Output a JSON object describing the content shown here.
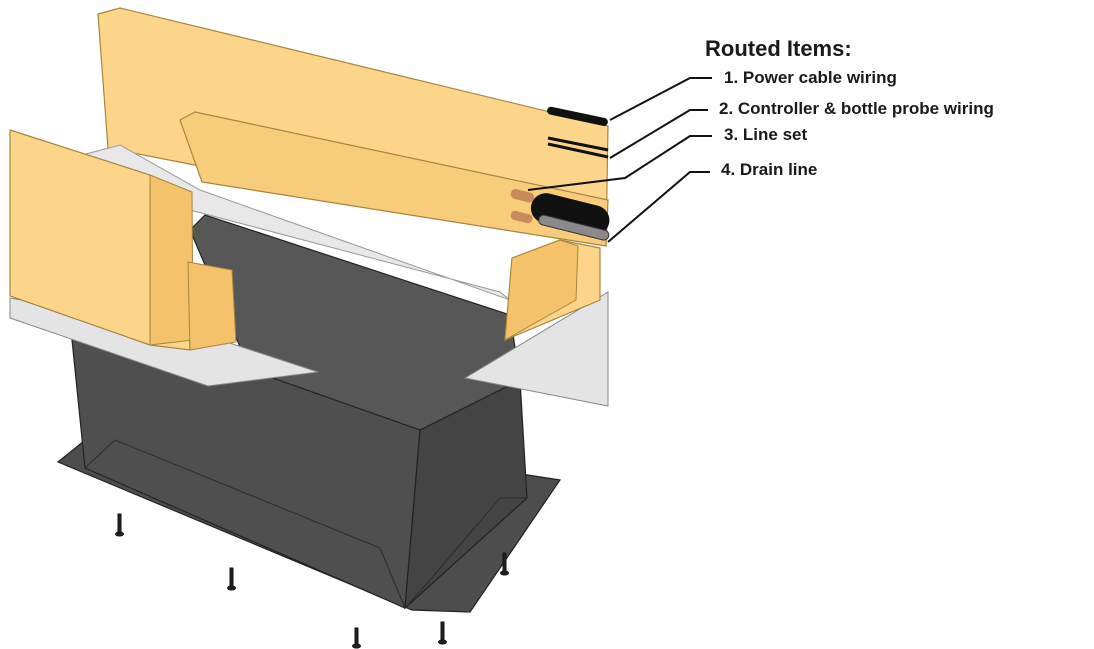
{
  "legend": {
    "title": "Routed Items:",
    "items": [
      {
        "label": "1. Power cable wiring"
      },
      {
        "label": "2. Controller & bottle probe wiring"
      },
      {
        "label": "3. Line set"
      },
      {
        "label": "4. Drain line"
      }
    ]
  },
  "colors": {
    "foam": "#fcd58a",
    "foam_shade": "#f3c26a",
    "foam_edge": "#a58540",
    "metal": "#4d4d4d",
    "metal_dark": "#3c3c3c",
    "metal_edge": "#222222",
    "sill": "#e4e4e4",
    "copper": "#c98a5c",
    "pipe_insulation": "#111111",
    "drain": "#8a8a8a",
    "leader": "#111111"
  }
}
